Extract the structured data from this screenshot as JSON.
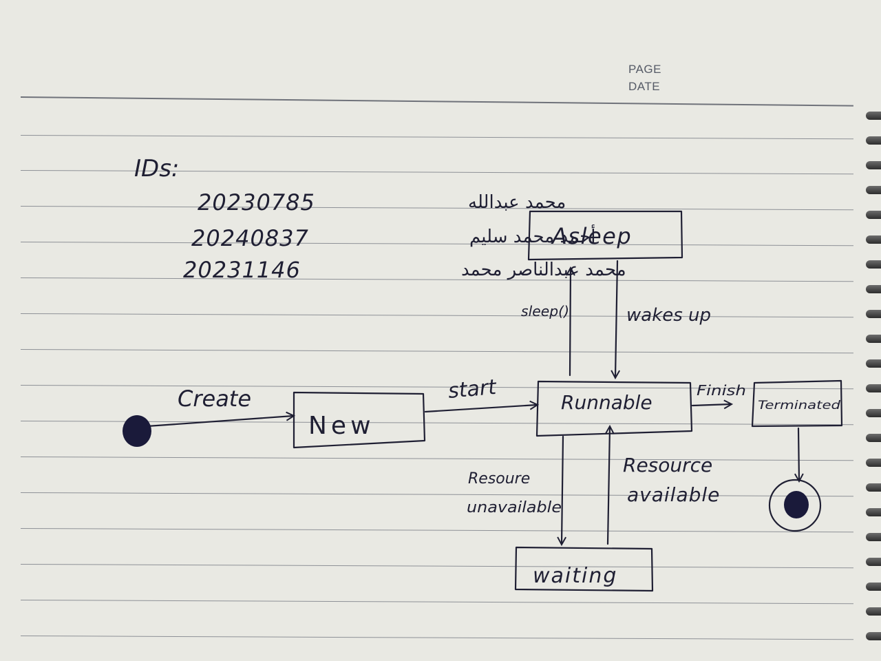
{
  "header": {
    "page_label": "PAGE",
    "date_label": "DATE"
  },
  "ids": {
    "heading": "IDs:",
    "students": [
      {
        "id": "20230785",
        "name": "محمد عبدالله"
      },
      {
        "id": "20240837",
        "name": "أحمد محمد سليم"
      },
      {
        "id": "20231146",
        "name": "محمد عبدالناصر محمد"
      }
    ]
  },
  "diagram": {
    "states": {
      "new": "New",
      "runnable": "Runnable",
      "asleep": "Asleep",
      "waiting": "waiting",
      "terminated": "Terminated"
    },
    "transitions": {
      "create": "Create",
      "start": "start",
      "sleep": "sleep()",
      "wakes_up": "wakes up",
      "finish": "Finish",
      "resource_unavailable_1": "Resoure",
      "resource_unavailable_2": "unavailable",
      "resource_available_1": "Resource",
      "resource_available_2": "available"
    }
  },
  "colors": {
    "paper": "#e9e9e3",
    "ink": "#1f1f33",
    "rule_line": "#8d9096",
    "header_text": "#555a66"
  }
}
